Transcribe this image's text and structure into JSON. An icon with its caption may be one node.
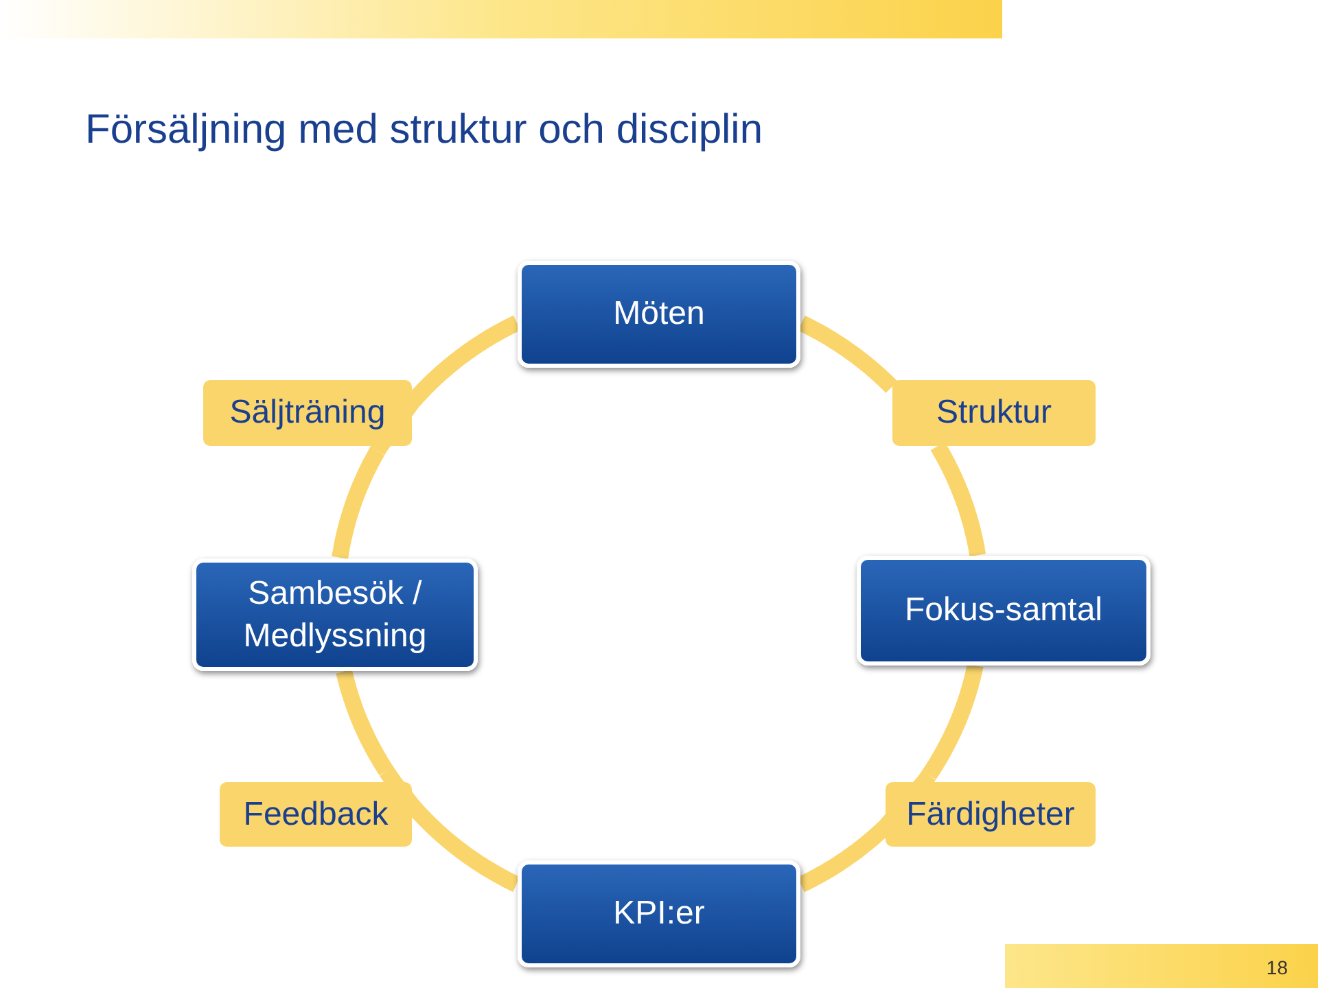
{
  "diagram": {
    "title": "Försäljning med struktur och disciplin",
    "nodes": [
      {
        "text": [
          "Möten"
        ]
      },
      {
        "text": [
          "Säljträning"
        ]
      },
      {
        "text": [
          "Struktur"
        ]
      },
      {
        "text": [
          "Sambesök / Medlyssning"
        ]
      },
      {
        "text": [
          "Fokus-samtal"
        ]
      },
      {
        "text": [
          "Feedback"
        ]
      },
      {
        "text": [
          "Färdigheter"
        ]
      },
      {
        "text": [
          "KPI:er"
        ]
      }
    ],
    "edges": [
      {
        "from": 0,
        "to": 2,
        "arrow": "none"
      },
      {
        "from": 2,
        "to": 4,
        "arrow": "none"
      },
      {
        "from": 4,
        "to": 6,
        "arrow": "none"
      },
      {
        "from": 6,
        "to": 7,
        "arrow": "none"
      },
      {
        "from": 7,
        "to": 5,
        "arrow": "none"
      },
      {
        "from": 5,
        "to": 3,
        "arrow": "none"
      },
      {
        "from": 3,
        "to": 1,
        "arrow": "none"
      },
      {
        "from": 1,
        "to": 0,
        "arrow": "none"
      }
    ],
    "labels": [
      "18"
    ]
  }
}
